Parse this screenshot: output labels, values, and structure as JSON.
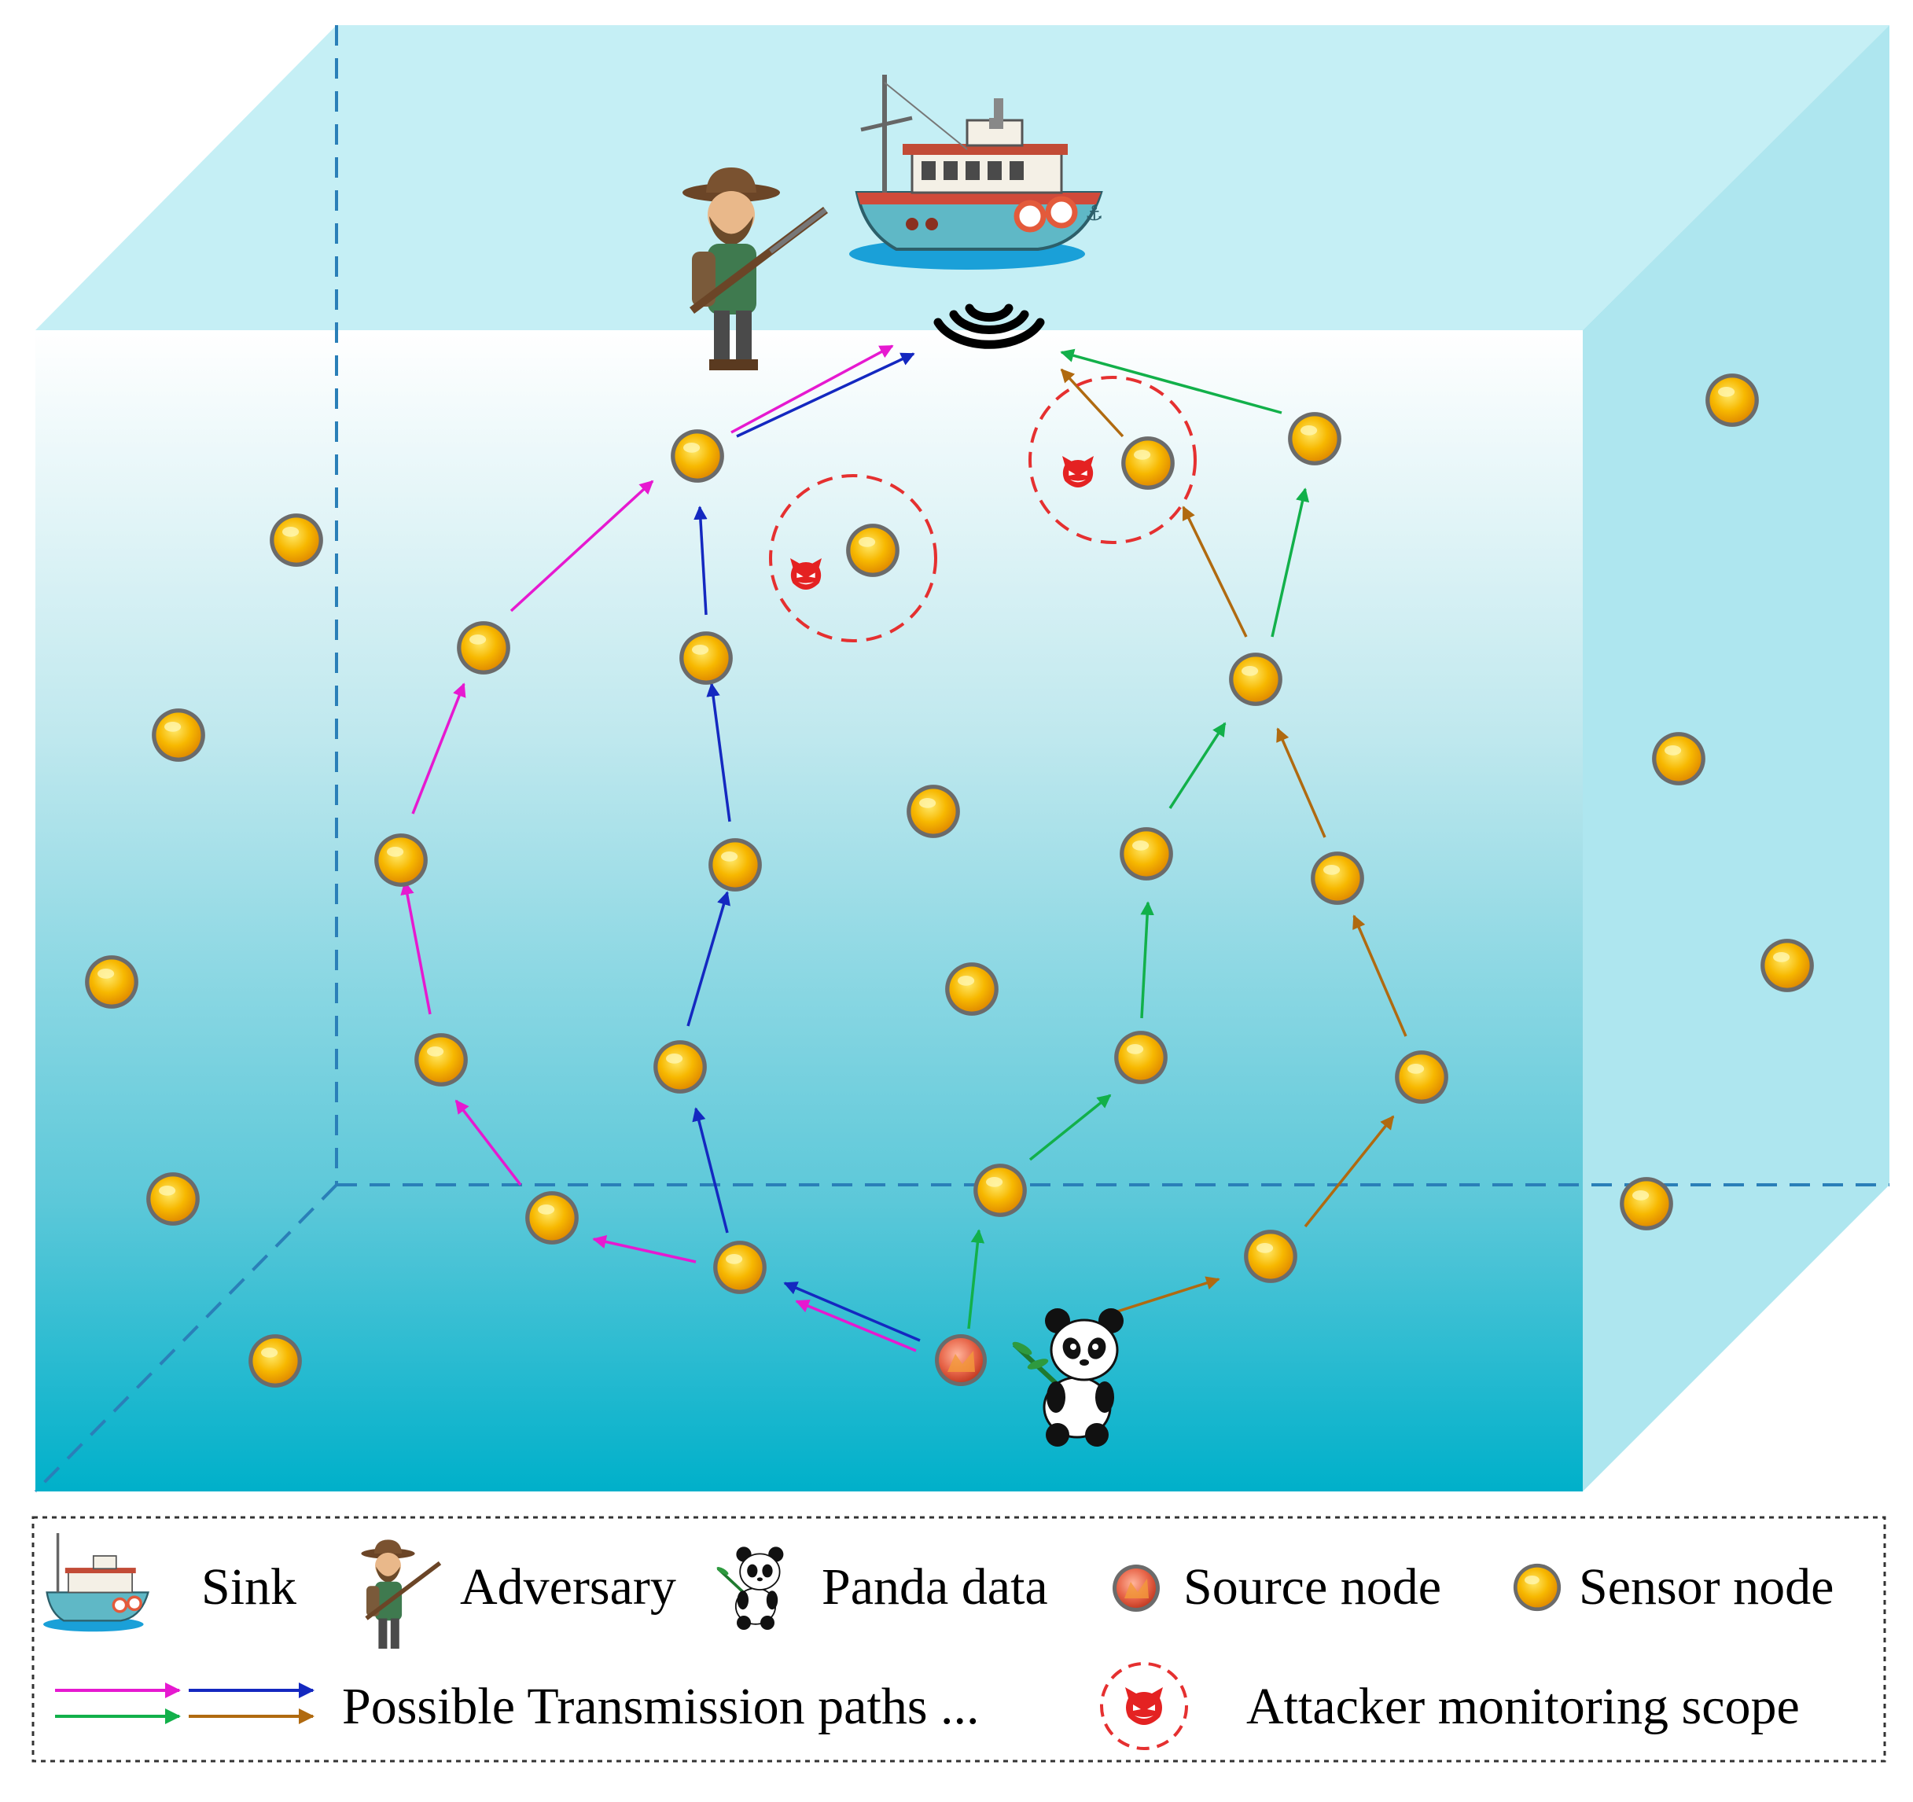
{
  "legend": {
    "sink": "Sink",
    "adversary": "Adversary",
    "panda": "Panda data",
    "source": "Source node",
    "sensor": "Sensor node",
    "paths": "Possible Transmission paths ...",
    "scope": "Attacker monitoring scope"
  },
  "colors": {
    "magenta": "#e619d0",
    "blue": "#1428c0",
    "green": "#12b04a",
    "brown": "#b06a10",
    "scope": "#e53030",
    "sensor": "#f6b400",
    "source": "#e06a4e",
    "water_top": "#ffffff",
    "water_bottom": "#00b2cc"
  },
  "icons": {
    "sink": "ship-icon",
    "adversary": "hunter-icon",
    "panda": "panda-icon",
    "attacker": "devil-icon",
    "signal": "wifi-signal-icon"
  }
}
